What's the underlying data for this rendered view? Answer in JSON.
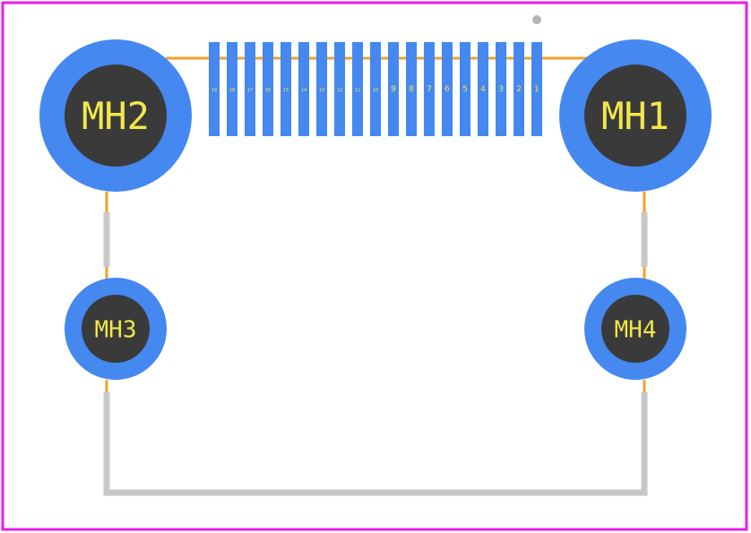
{
  "footprint": {
    "colors": {
      "board_outline": "#e81ee8",
      "pad": "#4488f0",
      "hole": "#3a3a3a",
      "silkscreen": "#f2a12d",
      "courtyard": "#c8c8c8",
      "label": "#f2e84a",
      "origin_marker": "#b4b4b4"
    },
    "mounting_holes": [
      {
        "id": "MH2",
        "label": "MH2"
      },
      {
        "id": "MH1",
        "label": "MH1"
      },
      {
        "id": "MH3",
        "label": "MH3"
      },
      {
        "id": "MH4",
        "label": "MH4"
      }
    ],
    "pins": [
      "19",
      "18",
      "17",
      "16",
      "15",
      "14",
      "13",
      "12",
      "11",
      "10",
      "9",
      "8",
      "7",
      "6",
      "5",
      "4",
      "3",
      "2",
      "1"
    ]
  }
}
